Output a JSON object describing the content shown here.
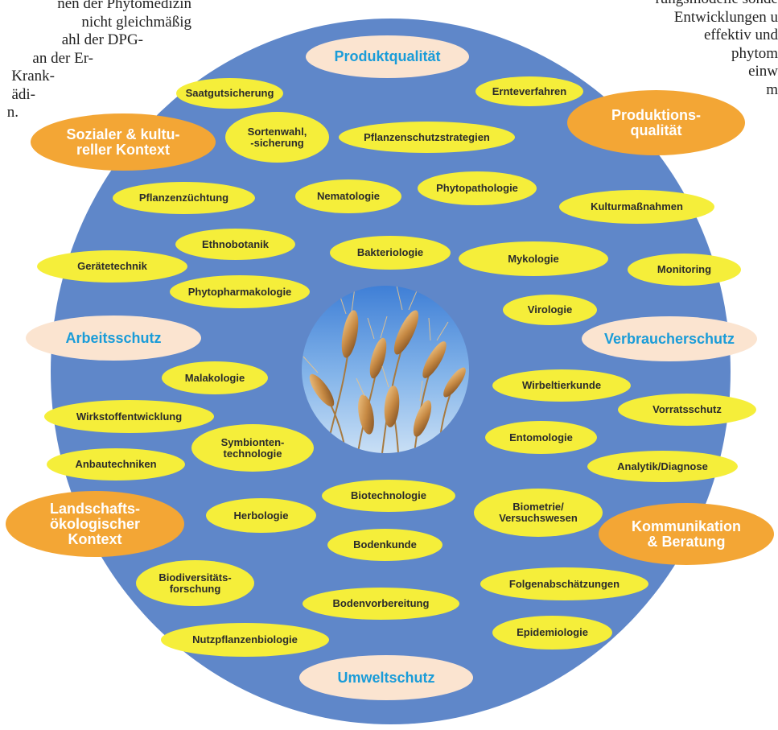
{
  "colors": {
    "disc": "#5f87c9",
    "pill_fill": "#f5ee3a",
    "peach_fill": "#fbe4d0",
    "peach_text": "#1a9cd8",
    "orange_fill": "#f3a635",
    "orange_text": "#ffffff",
    "pill_text": "#2b2b2b"
  },
  "text_left": [
    "nen der Phytomedizin",
    "nicht gleichmäßig",
    "ahl der DPG-",
    "an der Er-",
    "Krank-",
    "ädi-",
    "n."
  ],
  "text_right": [
    "rungsmodelle sonde",
    "Entwicklungen u",
    "effektiv und",
    "phytom",
    "einw",
    "m"
  ],
  "center_image": "wheat-ears-photo",
  "diagram": {
    "peach_ovals": [
      {
        "id": "produktqualitaet",
        "label": "Produktqualität"
      },
      {
        "id": "arbeitsschutz",
        "label": "Arbeitsschutz"
      },
      {
        "id": "verbraucherschutz",
        "label": "Verbraucherschutz"
      },
      {
        "id": "umweltschutz",
        "label": "Umweltschutz"
      }
    ],
    "orange_ovals": [
      {
        "id": "sozialer",
        "label": "Sozialer & kultu-\nreller Kontext"
      },
      {
        "id": "produktionsqualitaet",
        "label": "Produktions-\nqualität"
      },
      {
        "id": "landschafts",
        "label": "Landschafts-\nökologischer\nKontext"
      },
      {
        "id": "kommunikation",
        "label": "Kommunikation\n& Beratung"
      }
    ],
    "disciplines": [
      {
        "id": "saatgutsicherung",
        "label": "Saatgutsicherung"
      },
      {
        "id": "ernteverfahren",
        "label": "Ernteverfahren"
      },
      {
        "id": "sortenwahl",
        "label": "Sortenwahl,\n-sicherung"
      },
      {
        "id": "pflanzenschutzstrategien",
        "label": "Pflanzenschutzstrategien"
      },
      {
        "id": "pflanzenzuechtung",
        "label": "Pflanzenzüchtung"
      },
      {
        "id": "nematologie",
        "label": "Nematologie"
      },
      {
        "id": "phytopathologie",
        "label": "Phytopathologie"
      },
      {
        "id": "kulturmassnahmen",
        "label": "Kulturmaßnahmen"
      },
      {
        "id": "ethnobotanik",
        "label": "Ethnobotanik"
      },
      {
        "id": "bakteriologie",
        "label": "Bakteriologie"
      },
      {
        "id": "mykologie",
        "label": "Mykologie"
      },
      {
        "id": "geraetetechnik",
        "label": "Gerätetechnik"
      },
      {
        "id": "monitoring",
        "label": "Monitoring"
      },
      {
        "id": "phytopharmakologie",
        "label": "Phytopharmakologie"
      },
      {
        "id": "virologie",
        "label": "Virologie"
      },
      {
        "id": "malakologie",
        "label": "Malakologie"
      },
      {
        "id": "wirbeltierkunde",
        "label": "Wirbeltierkunde"
      },
      {
        "id": "wirkstoffentwicklung",
        "label": "Wirkstoffentwicklung"
      },
      {
        "id": "vorratsschutz",
        "label": "Vorratsschutz"
      },
      {
        "id": "symbionten",
        "label": "Symbionten-\ntechnologie"
      },
      {
        "id": "entomologie",
        "label": "Entomologie"
      },
      {
        "id": "anbautechniken",
        "label": "Anbautechniken"
      },
      {
        "id": "analytik",
        "label": "Analytik/Diagnose"
      },
      {
        "id": "biotechnologie",
        "label": "Biotechnologie"
      },
      {
        "id": "herbologie",
        "label": "Herbologie"
      },
      {
        "id": "biometrie",
        "label": "Biometrie/\nVersuchswesen"
      },
      {
        "id": "bodenkunde",
        "label": "Bodenkunde"
      },
      {
        "id": "biodiversitaet",
        "label": "Biodiversitäts-\nforschung"
      },
      {
        "id": "folgenabschaetzungen",
        "label": "Folgenabschätzungen"
      },
      {
        "id": "bodenvorbereitung",
        "label": "Bodenvorbereitung"
      },
      {
        "id": "epidemiologie",
        "label": "Epidemiologie"
      },
      {
        "id": "nutzpflanzenbiologie",
        "label": "Nutzpflanzenbiologie"
      }
    ]
  }
}
